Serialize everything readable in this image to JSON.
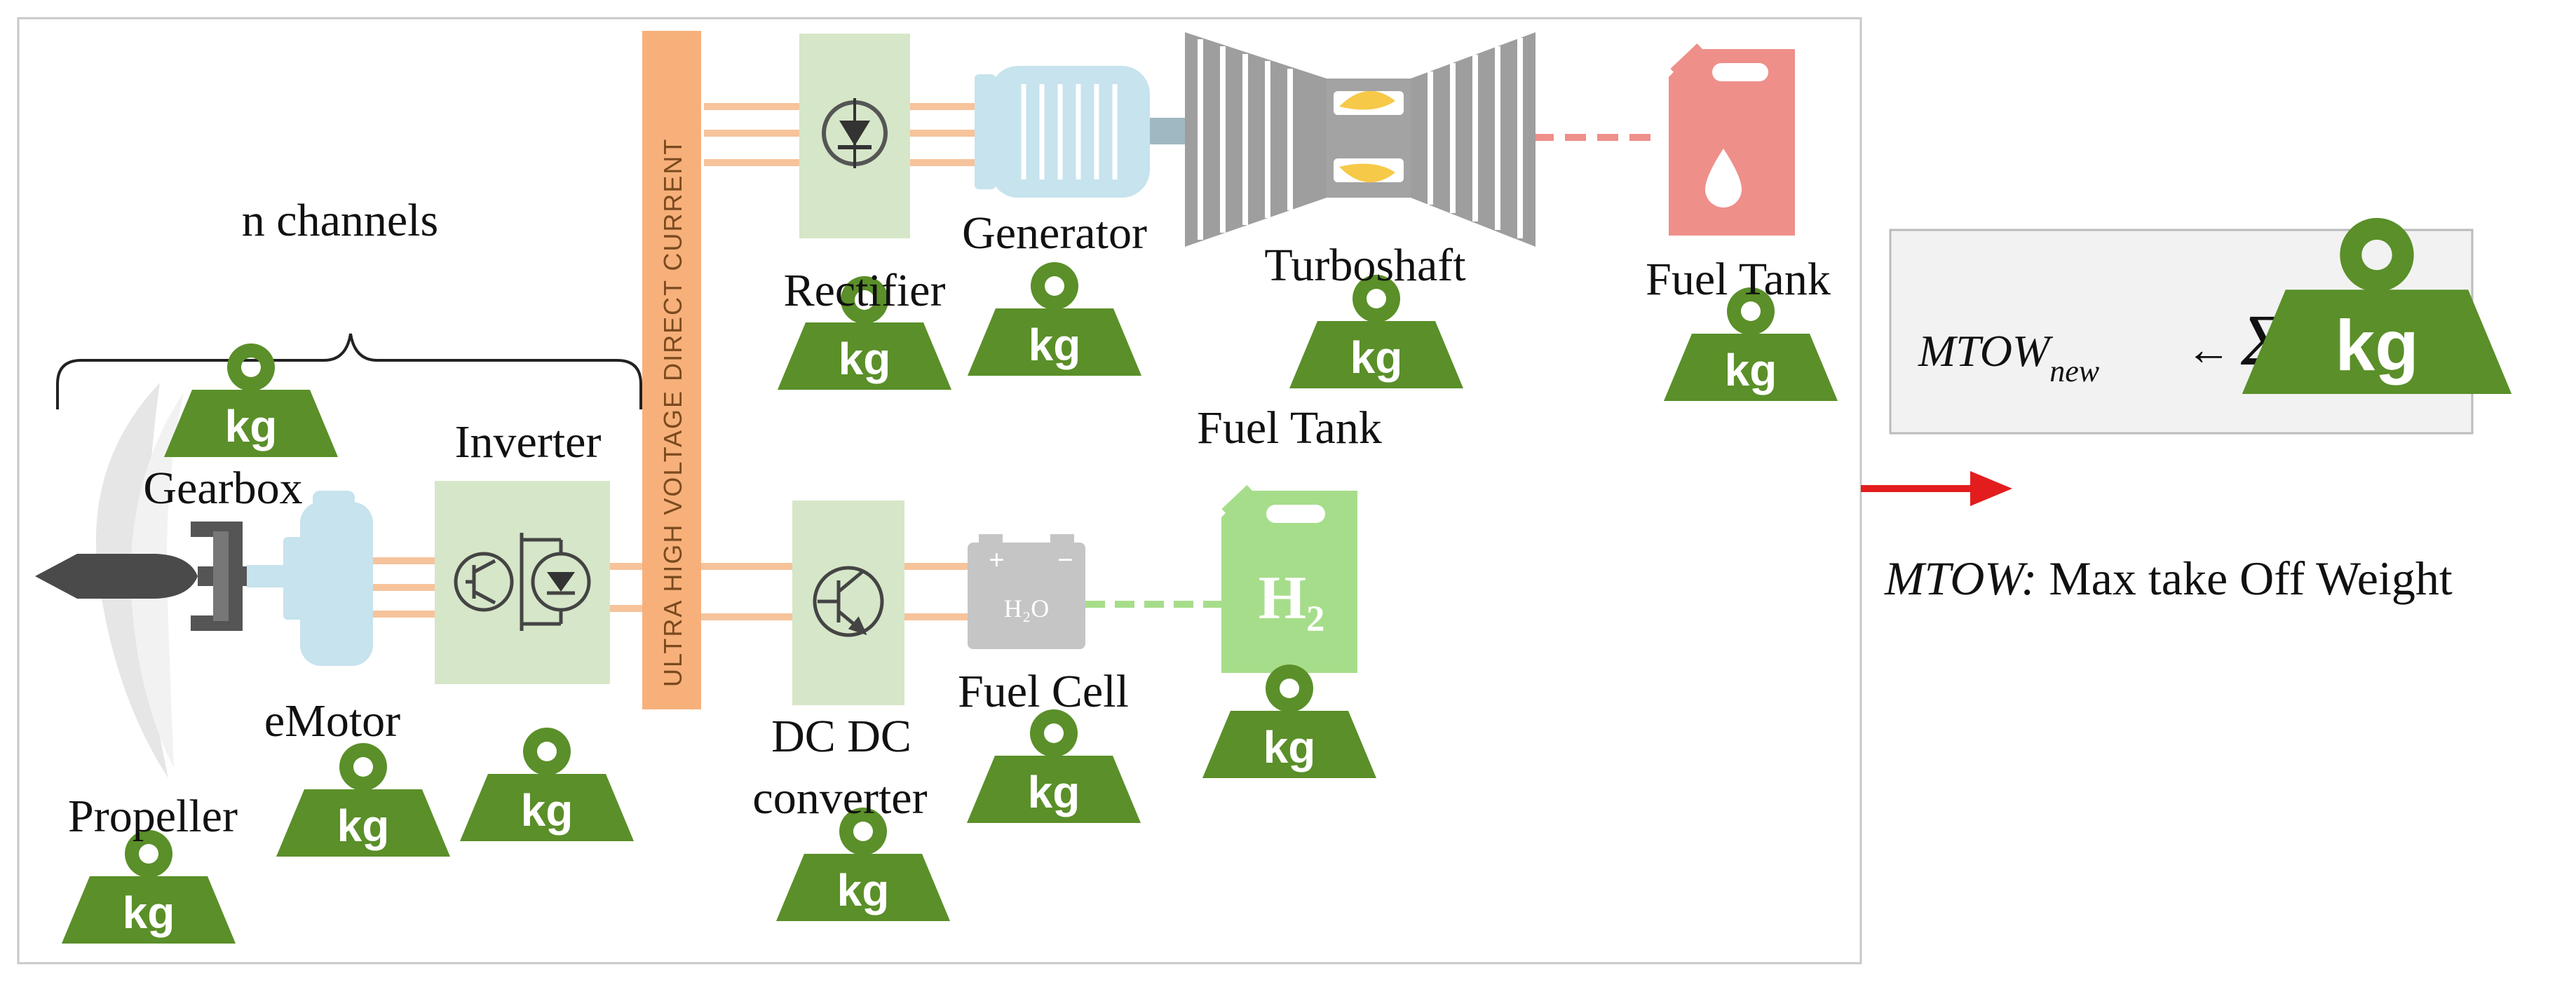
{
  "colors": {
    "kg_green": "#5a8f29",
    "wire": "#f6c39b",
    "bus": "#f7b07a",
    "converter_box": "#d6e6c8",
    "motor_blue": "#c6e3ee",
    "grey": "#9e9e9e",
    "fuel_tank": "#ef8f8a",
    "h2_tank": "#a6dd8a",
    "arrow_red": "#e31d1d"
  },
  "labels": {
    "n_channels": "n channels",
    "bus": "ULTRA HIGH VOLTAGE DIRECT CURRENT",
    "rectifier": "Rectifier",
    "generator": "Generator",
    "turboshaft": "Turboshaft",
    "fuel_tank_right": "Fuel Tank",
    "fuel_tank_mid": "Fuel Tank",
    "gearbox": "Gearbox",
    "inverter": "Inverter",
    "emotor": "eMotor",
    "propeller": "Propeller",
    "dcdc_line1": "DC DC",
    "dcdc_line2": "converter",
    "fuel_cell": "Fuel Cell",
    "battery_h2o": "H₂O",
    "h2_tank": "H₂",
    "kg": "kg"
  },
  "formula": {
    "lhs": "MTOW",
    "sub": "new",
    "arrow": "←",
    "sigma": "Σ",
    "kg": "kg"
  },
  "legend": {
    "term": "MTOW:",
    "definition": " Max take Off Weight"
  },
  "icons": {
    "weight": "weight-kg-icon",
    "rectifier": "diode-icon",
    "inverter": "igbt-icon",
    "dcdc": "transistor-icon",
    "generator": "generator-icon",
    "turboshaft": "turboshaft-icon",
    "fuel_tank": "jerrycan-drop-icon",
    "hydrogen_tank": "jerrycan-h2-icon",
    "fuel_cell": "battery-icon",
    "propeller": "propeller-icon",
    "gearbox": "gearbox-icon",
    "emotor": "motor-icon"
  }
}
